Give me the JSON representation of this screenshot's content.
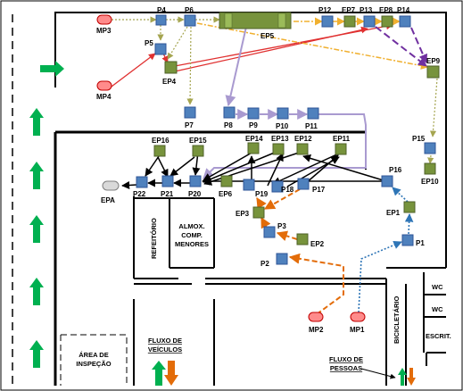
{
  "points": {
    "P1": "P1",
    "P2": "P2",
    "P3": "P3",
    "P4": "P4",
    "P5": "P5",
    "P6": "P6",
    "P7": "P7",
    "P8": "P8",
    "P9": "P9",
    "P10": "P10",
    "P11": "P11",
    "P12": "P12",
    "P13": "P13",
    "P14": "P14",
    "P15": "P15",
    "P16": "P16",
    "P17": "P17",
    "P18": "P18",
    "P19": "P19",
    "P20": "P20",
    "P21": "P21",
    "P22": "P22"
  },
  "stations": {
    "EP1": "EP1",
    "EP2": "EP2",
    "EP3": "EP3",
    "EP4": "EP4",
    "EP5": "EP5",
    "EP6": "EP6",
    "EP7": "EP7",
    "EP8": "EP8",
    "EP9": "EP9",
    "EP10": "EP10",
    "EP11": "EP11",
    "EP12": "EP12",
    "EP13": "EP13",
    "EP14": "EP14",
    "EP15": "EP15",
    "EP16": "EP16",
    "EPA": "EPA"
  },
  "materials": {
    "MP1": "MP1",
    "MP2": "MP2",
    "MP3": "MP3",
    "MP4": "MP4"
  },
  "rooms": {
    "refeitorio": "REFEITÓRIO",
    "almox_1": "ALMOX.",
    "almox_2": "COMP.",
    "almox_3": "MENORES",
    "bicicletario": "BICICLETÁRIO",
    "area_1": "ÁREA DE",
    "area_2": "INSPEÇÃO",
    "escrit": "ESCRIT.",
    "wc1": "WC",
    "wc2": "WC"
  },
  "legend": {
    "veiculos_1": "FLUXO DE",
    "veiculos_2": "VEÍCULOS",
    "pessoas_1": "FLUXO DE",
    "pessoas_2": "PESSOAS"
  },
  "colors": {
    "point_blue": "#4f81bd",
    "station_green": "#77933c",
    "arrow_green": "#00b050",
    "arrow_orange": "#e36c09",
    "flow_red": "#e03030",
    "flow_purple": "#7030a0",
    "flow_lavender": "#a99ad0",
    "flow_gold": "#f0b030",
    "flow_olive": "#a5a550",
    "flow_orange": "#e36c09",
    "flow_blue": "#2e75b6"
  }
}
